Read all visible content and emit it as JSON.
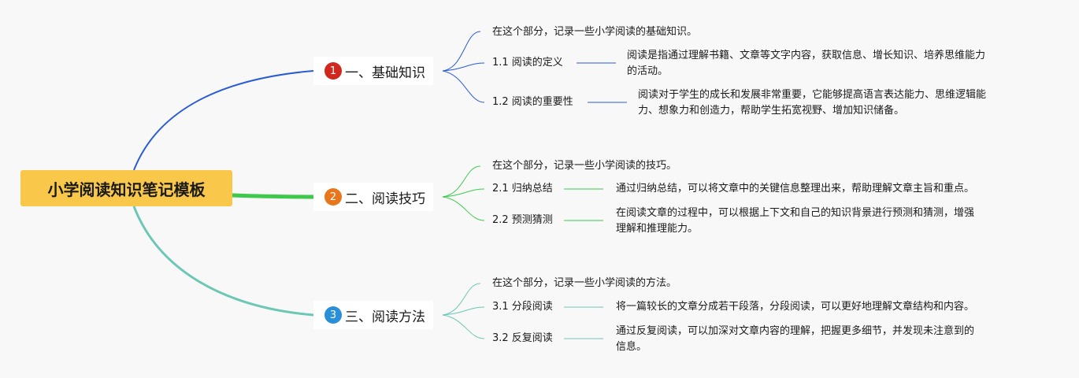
{
  "root": {
    "title": "小学阅读知识笔记模板"
  },
  "branches": [
    {
      "num": "1",
      "title": "一、基础知识",
      "color": "#2a5bd7",
      "badge_color": "#d0281e",
      "intro": "在这个部分，记录一些小学阅读的基础知识。",
      "items": [
        {
          "label": "1.1 阅读的定义",
          "lines": [
            "阅读是指通过理解书籍、文章等文字内容，获取信息、增长知识、培养思维能力",
            "的活动。"
          ]
        },
        {
          "label": "1.2 阅读的重要性",
          "lines": [
            "阅读对于学生的成长和发展非常重要，它能够提高语言表达能力、思维逻辑能",
            "力、想象力和创造力，帮助学生拓宽视野、增加知识储备。"
          ]
        }
      ]
    },
    {
      "num": "2",
      "title": "二、阅读技巧",
      "color": "#3ec94d",
      "badge_color": "#e8761c",
      "intro": "在这个部分，记录一些小学阅读的技巧。",
      "items": [
        {
          "label": "2.1 归纳总结",
          "lines": [
            "通过归纳总结，可以将文章中的关键信息整理出来，帮助理解文章主旨和重点。"
          ]
        },
        {
          "label": "2.2 预测猜测",
          "lines": [
            "在阅读文章的过程中，可以根据上下文和自己的知识背景进行预测和猜测，增强",
            "理解和推理能力。"
          ]
        }
      ]
    },
    {
      "num": "3",
      "title": "三、阅读方法",
      "color": "#6cc7b4",
      "badge_color": "#2b8fd8",
      "intro": "在这个部分，记录一些小学阅读的方法。",
      "items": [
        {
          "label": "3.1 分段阅读",
          "lines": [
            "将一篇较长的文章分成若干段落，分段阅读，可以更好地理解文章结构和内容。"
          ]
        },
        {
          "label": "3.2 反复阅读",
          "lines": [
            "通过反复阅读，可以加深对文章内容的理解，把握更多细节，并发现未注意到的",
            "信息。"
          ]
        }
      ]
    }
  ]
}
